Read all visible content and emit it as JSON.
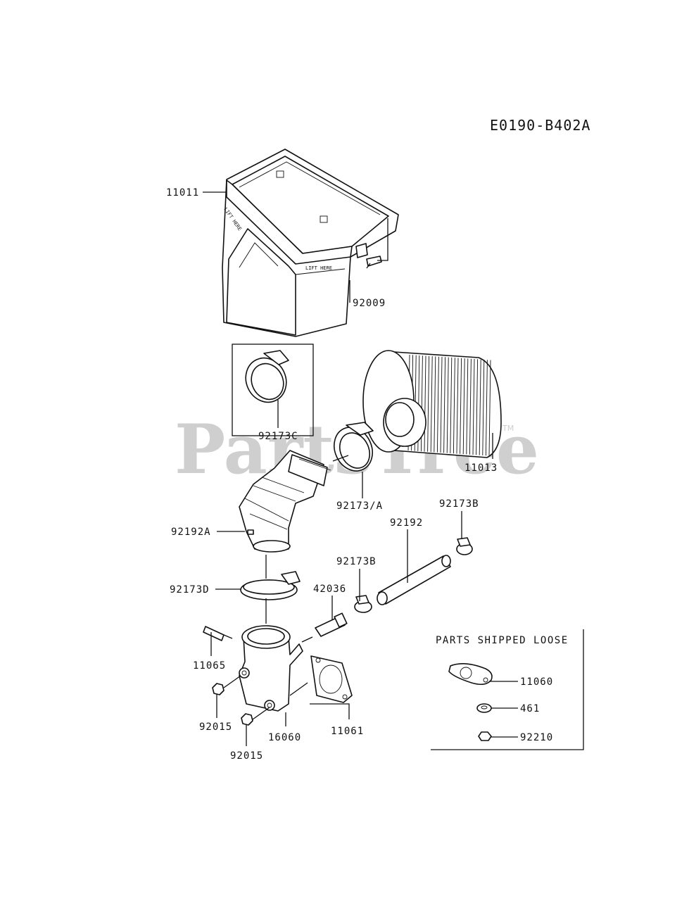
{
  "diagram_code": "E0190-B402A",
  "watermark": {
    "text": "PartsTree",
    "trademark": "TM"
  },
  "cover_text": {
    "lift_here": "LIFT HERE"
  },
  "parts_loose_title": "PARTS SHIPPED LOOSE",
  "labels": {
    "p11011": "11011",
    "p92009": "92009",
    "p92173C": "92173C",
    "p11013": "11013",
    "p92173A": "92173/A",
    "p92192A": "92192A",
    "p92173B_top": "92173B",
    "p92192": "92192",
    "p92173B": "92173B",
    "p42036": "42036",
    "p92173D": "92173D",
    "p11065": "11065",
    "p92015_a": "92015",
    "p92015_b": "92015",
    "p16060": "16060",
    "p11061": "11061",
    "p11060": "11060",
    "p461": "461",
    "p92210": "92210"
  }
}
